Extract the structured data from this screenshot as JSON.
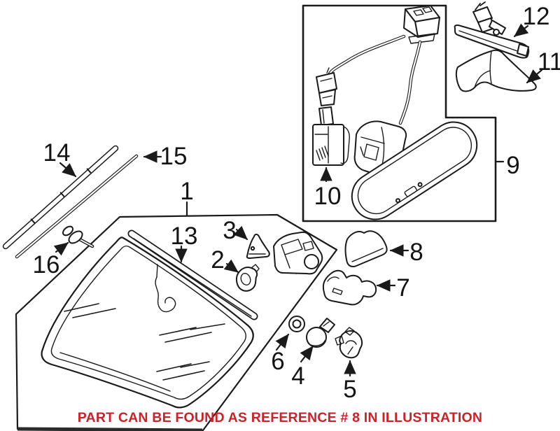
{
  "canvas": {
    "background": "#ffffff",
    "line_color": "#1a1a1a",
    "accent_red": "#cf2027"
  },
  "callouts": [
    {
      "number": "1"
    },
    {
      "number": "2"
    },
    {
      "number": "3"
    },
    {
      "number": "4"
    },
    {
      "number": "5"
    },
    {
      "number": "6"
    },
    {
      "number": "7"
    },
    {
      "number": "8"
    },
    {
      "number": "9"
    },
    {
      "number": "10"
    },
    {
      "number": "11"
    },
    {
      "number": "12"
    },
    {
      "number": "13"
    },
    {
      "number": "14"
    },
    {
      "number": "15"
    },
    {
      "number": "16"
    }
  ],
  "footer": {
    "text": "PART CAN BE FOUND AS REFERENCE # 8 IN ILLUSTRATION",
    "color": "#cf2027"
  }
}
